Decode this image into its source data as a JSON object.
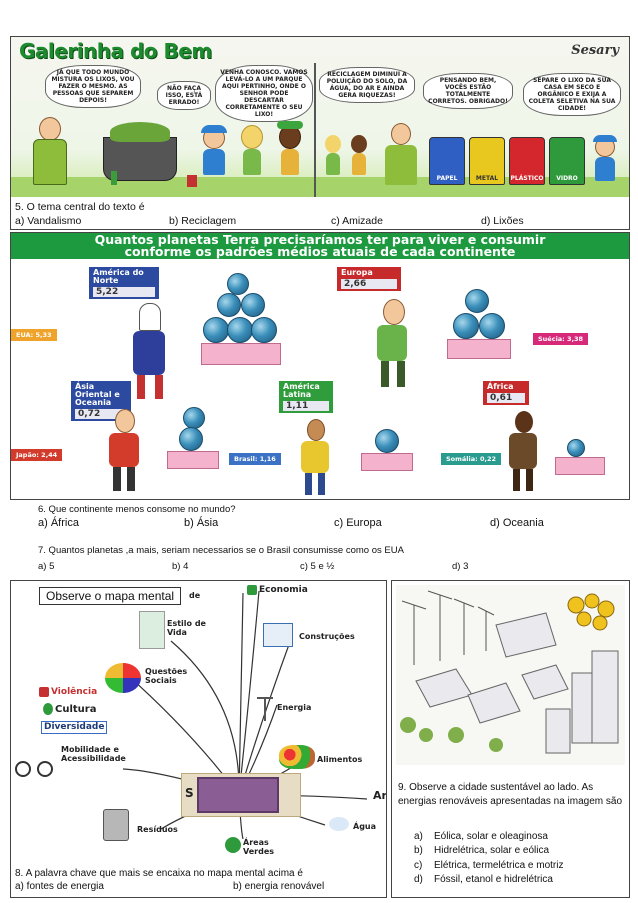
{
  "comic": {
    "title": "Galerinha do Bem",
    "author": "Sesary",
    "bubbles": [
      "JÁ QUE TODO MUNDO MISTURA OS LIXOS, VOU FAZER O MESMO. AS PESSOAS QUE SEPAREM DEPOIS!",
      "NÃO FAÇA ISSO, ESTÁ ERRADO!",
      "VENHA CONOSCO. VAMOS LEVÁ-LO A UM PARQUE AQUI PERTINHO, ONDE O SENHOR PODE DESCARTAR CORRETAMENTE O SEU LIXO!",
      "RECICLAGEM DIMINUI A POLUIÇÃO DO SOLO, DA ÁGUA, DO AR E AINDA GERA RIQUEZAS!",
      "PENSANDO BEM, VOCÊS ESTÃO TOTALMENTE CORRETOS. OBRIGADO!",
      "SEPARE O LIXO DA SUA CASA EM SECO E ORGÂNICO E EXIJA A COLETA SELETIVA NA SUA CIDADE!"
    ],
    "bins": [
      {
        "label": "PAPEL",
        "color": "#2f5fc2"
      },
      {
        "label": "METAL",
        "color": "#e8c81e"
      },
      {
        "label": "PLÁSTICO",
        "color": "#d3262d"
      },
      {
        "label": "VIDRO",
        "color": "#2e9a3c"
      }
    ]
  },
  "q5": {
    "question": "5. O tema central do texto é",
    "options": [
      "a) Vandalismo",
      "b) Reciclagem",
      "c) Amizade",
      "d) Lixões"
    ]
  },
  "planets": {
    "banner_line1": "Quantos planetas Terra precisaríamos ter para viver e consumir",
    "banner_line2": "conforme os padrões médios atuais de cada continente",
    "regions": [
      {
        "name": "América do Norte",
        "value": "5,22"
      },
      {
        "name": "Europa",
        "value": "2,66"
      },
      {
        "name": "Ásia Oriental e Oceania",
        "value": "0,72"
      },
      {
        "name": "América Latina",
        "value": "1,11"
      },
      {
        "name": "África",
        "value": "0,61"
      }
    ],
    "countries": [
      {
        "label": "EUA: 5,33"
      },
      {
        "label": "Suécia: 3,38"
      },
      {
        "label": "Japão: 2,44"
      },
      {
        "label": "Brasil: 1,16"
      },
      {
        "label": "Somália: 0,22"
      }
    ]
  },
  "q6": {
    "question": "6. Que continente menos consome  no mundo?",
    "options": [
      "a) África",
      "b) Ásia",
      "c) Europa",
      "d) Oceania"
    ]
  },
  "q7": {
    "question": "7. Quantos planetas ,a mais, seriam necessarios se o Brasil consumisse como os EUA",
    "options": [
      "a) 5",
      "b) 4",
      "c) 5 e ½",
      "d) 3"
    ]
  },
  "mindmap": {
    "label": "Observe o mapa mental",
    "nodes": {
      "top_partial": "de",
      "economia": "Economia",
      "estilo": "Estilo de Vida",
      "construcoes": "Construções",
      "questoes": "Questões Sociais",
      "violencia": "Violência",
      "cultura": "Cultura",
      "diversidade": "Diversidade",
      "energia": "Energia",
      "mobilidade": "Mobilidade e Acessibilidade",
      "alimentos": "Alimentos",
      "residuos": "Resíduos",
      "ar": "Ar",
      "agua": "Água",
      "areas": "Áreas Verdes",
      "center_partial": "S"
    }
  },
  "q8": {
    "question": "8. A palavra chave que mais se encaixa no mapa mental acima é",
    "options": [
      "a) fontes de energia",
      "b) energia renovável"
    ]
  },
  "q9": {
    "question": "9. Observe a cidade sustentável ao lado. As energias renováveis apresentadas na imagem são",
    "options": [
      {
        "letter": "a)",
        "text": "Eólica, solar e oleaginosa"
      },
      {
        "letter": "b)",
        "text": "Hidrelétrica, solar e eólica"
      },
      {
        "letter": "c)",
        "text": "Elétrica, termelétrica e motriz"
      },
      {
        "letter": "d)",
        "text": "Fóssil, etanol e hidrelétrica"
      }
    ]
  }
}
